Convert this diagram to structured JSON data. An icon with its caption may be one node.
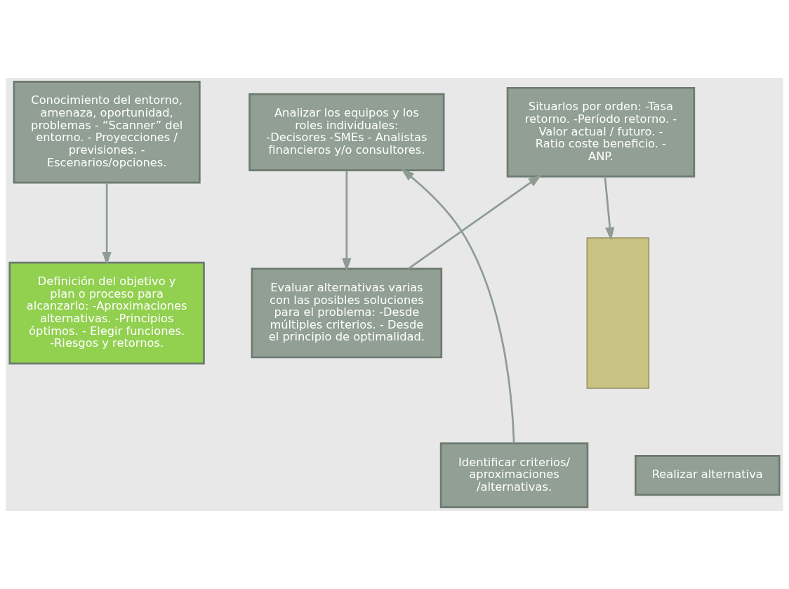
{
  "diagram": {
    "nodes": [
      {
        "text": [
          "Conocimiento del entorno, amenaza, oportunidad, problemas - “Scanner” del entorno. - Proyecciones / previsiones. - Escenarios/opciones."
        ]
      },
      {
        "text": [
          "Analizar los equipos y los roles individuales: -Decisores -SMEs - Analistas financieros y/o consultores."
        ]
      },
      {
        "text": [
          "Situarlos por orden: -Tasa retorno. -Período retorno. - Valor actual / futuro. - Ratio coste beneficio. - ANP."
        ]
      },
      {
        "text": [
          "Definición del objetivo y plan o proceso para alcanzarlo: -Aproximaciones alternativas. -Principios óptimos. - Elegir funciones. -Riesgos y retornos."
        ]
      },
      {
        "text": [],
        "shape": "bar"
      },
      {
        "text": [
          "Evaluar alternativas varias con las posibles soluciones para el problema: -Desde múltiples criterios. - Desde el principio de optimalidad."
        ]
      },
      {
        "text": [
          "Identificar criterios/ aproximaciones /alternativas."
        ]
      },
      {
        "text": [
          "Realizar alternativa"
        ]
      }
    ],
    "edges": [
      {
        "from": 0,
        "to": 3,
        "arrow": "to"
      },
      {
        "from": 6,
        "to": 1,
        "arrow": "to"
      },
      {
        "from": 1,
        "to": 5,
        "arrow": "to"
      },
      {
        "from": 5,
        "to": 2,
        "arrow": "to"
      },
      {
        "from": 2,
        "to": 4,
        "arrow": "to"
      }
    ]
  }
}
